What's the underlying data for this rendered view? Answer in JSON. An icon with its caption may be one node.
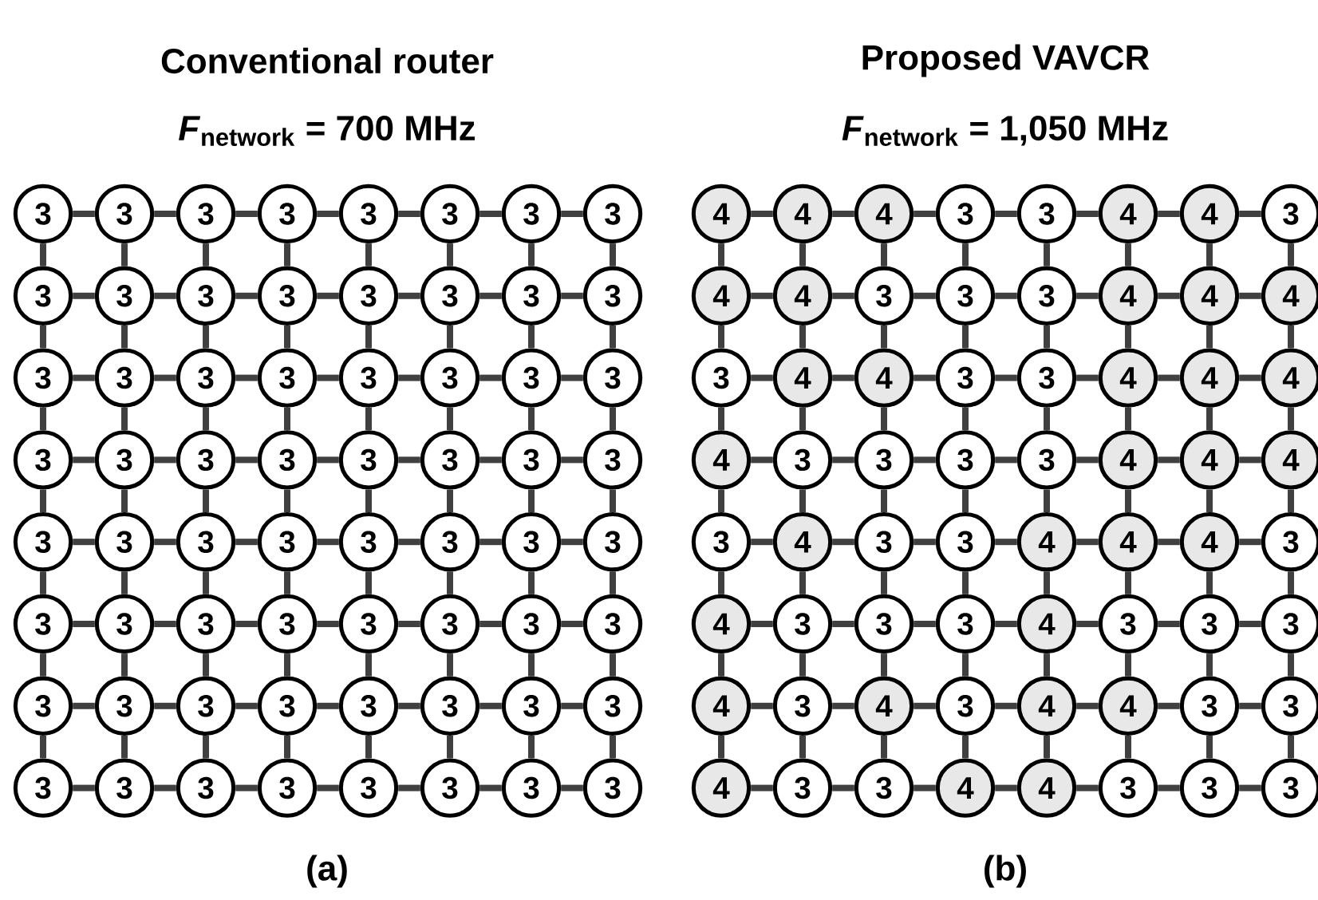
{
  "diagram": {
    "nodes": [
      {
        "text": [
          "3"
        ]
      },
      {
        "text": [
          "3"
        ]
      },
      {
        "text": [
          "3"
        ]
      },
      {
        "text": [
          "3"
        ]
      },
      {
        "text": [
          "3"
        ]
      },
      {
        "text": [
          "3"
        ]
      },
      {
        "text": [
          "3"
        ]
      },
      {
        "text": [
          "3"
        ]
      },
      {
        "text": [
          "3"
        ]
      },
      {
        "text": [
          "3"
        ]
      },
      {
        "text": [
          "3"
        ]
      },
      {
        "text": [
          "3"
        ]
      },
      {
        "text": [
          "3"
        ]
      },
      {
        "text": [
          "3"
        ]
      },
      {
        "text": [
          "3"
        ]
      },
      {
        "text": [
          "3"
        ]
      },
      {
        "text": [
          "3"
        ]
      },
      {
        "text": [
          "3"
        ]
      },
      {
        "text": [
          "3"
        ]
      },
      {
        "text": [
          "3"
        ]
      },
      {
        "text": [
          "3"
        ]
      },
      {
        "text": [
          "3"
        ]
      },
      {
        "text": [
          "3"
        ]
      },
      {
        "text": [
          "3"
        ]
      },
      {
        "text": [
          "3"
        ]
      },
      {
        "text": [
          "3"
        ]
      },
      {
        "text": [
          "3"
        ]
      },
      {
        "text": [
          "3"
        ]
      },
      {
        "text": [
          "3"
        ]
      },
      {
        "text": [
          "3"
        ]
      },
      {
        "text": [
          "3"
        ]
      },
      {
        "text": [
          "3"
        ]
      },
      {
        "text": [
          "3"
        ]
      },
      {
        "text": [
          "3"
        ]
      },
      {
        "text": [
          "3"
        ]
      },
      {
        "text": [
          "3"
        ]
      },
      {
        "text": [
          "3"
        ]
      },
      {
        "text": [
          "3"
        ]
      },
      {
        "text": [
          "3"
        ]
      },
      {
        "text": [
          "3"
        ]
      },
      {
        "text": [
          "3"
        ]
      },
      {
        "text": [
          "3"
        ]
      },
      {
        "text": [
          "3"
        ]
      },
      {
        "text": [
          "3"
        ]
      },
      {
        "text": [
          "3"
        ]
      },
      {
        "text": [
          "3"
        ]
      },
      {
        "text": [
          "3"
        ]
      },
      {
        "text": [
          "3"
        ]
      },
      {
        "text": [
          "3"
        ]
      },
      {
        "text": [
          "3"
        ]
      },
      {
        "text": [
          "3"
        ]
      },
      {
        "text": [
          "3"
        ]
      },
      {
        "text": [
          "3"
        ]
      },
      {
        "text": [
          "3"
        ]
      },
      {
        "text": [
          "3"
        ]
      },
      {
        "text": [
          "3"
        ]
      },
      {
        "text": [
          "3"
        ]
      },
      {
        "text": [
          "3"
        ]
      },
      {
        "text": [
          "3"
        ]
      },
      {
        "text": [
          "3"
        ]
      },
      {
        "text": [
          "3"
        ]
      },
      {
        "text": [
          "3"
        ]
      },
      {
        "text": [
          "3"
        ]
      },
      {
        "text": [
          "3"
        ]
      },
      {
        "text": [
          "4"
        ]
      },
      {
        "text": [
          "4"
        ]
      },
      {
        "text": [
          "4"
        ]
      },
      {
        "text": [
          "3"
        ]
      },
      {
        "text": [
          "3"
        ]
      },
      {
        "text": [
          "4"
        ]
      },
      {
        "text": [
          "4"
        ]
      },
      {
        "text": [
          "3"
        ]
      },
      {
        "text": [
          "4"
        ]
      },
      {
        "text": [
          "4"
        ]
      },
      {
        "text": [
          "3"
        ]
      },
      {
        "text": [
          "3"
        ]
      },
      {
        "text": [
          "3"
        ]
      },
      {
        "text": [
          "4"
        ]
      },
      {
        "text": [
          "4"
        ]
      },
      {
        "text": [
          "4"
        ]
      },
      {
        "text": [
          "3"
        ]
      },
      {
        "text": [
          "4"
        ]
      },
      {
        "text": [
          "4"
        ]
      },
      {
        "text": [
          "3"
        ]
      },
      {
        "text": [
          "3"
        ]
      },
      {
        "text": [
          "4"
        ]
      },
      {
        "text": [
          "4"
        ]
      },
      {
        "text": [
          "4"
        ]
      },
      {
        "text": [
          "4"
        ]
      },
      {
        "text": [
          "3"
        ]
      },
      {
        "text": [
          "3"
        ]
      },
      {
        "text": [
          "3"
        ]
      },
      {
        "text": [
          "3"
        ]
      },
      {
        "text": [
          "4"
        ]
      },
      {
        "text": [
          "4"
        ]
      },
      {
        "text": [
          "4"
        ]
      },
      {
        "text": [
          "3"
        ]
      },
      {
        "text": [
          "4"
        ]
      },
      {
        "text": [
          "3"
        ]
      },
      {
        "text": [
          "3"
        ]
      },
      {
        "text": [
          "4"
        ]
      },
      {
        "text": [
          "4"
        ]
      },
      {
        "text": [
          "4"
        ]
      },
      {
        "text": [
          "3"
        ]
      },
      {
        "text": [
          "4"
        ]
      },
      {
        "text": [
          "3"
        ]
      },
      {
        "text": [
          "3"
        ]
      },
      {
        "text": [
          "3"
        ]
      },
      {
        "text": [
          "4"
        ]
      },
      {
        "text": [
          "3"
        ]
      },
      {
        "text": [
          "3"
        ]
      },
      {
        "text": [
          "3"
        ]
      },
      {
        "text": [
          "4"
        ]
      },
      {
        "text": [
          "3"
        ]
      },
      {
        "text": [
          "4"
        ]
      },
      {
        "text": [
          "3"
        ]
      },
      {
        "text": [
          "4"
        ]
      },
      {
        "text": [
          "4"
        ]
      },
      {
        "text": [
          "3"
        ]
      },
      {
        "text": [
          "3"
        ]
      },
      {
        "text": [
          "4"
        ]
      },
      {
        "text": [
          "3"
        ]
      },
      {
        "text": [
          "3"
        ]
      },
      {
        "text": [
          "4"
        ]
      },
      {
        "text": [
          "4"
        ]
      },
      {
        "text": [
          "3"
        ]
      },
      {
        "text": [
          "3"
        ]
      },
      {
        "text": [
          "3"
        ]
      }
    ],
    "edges": [
      {
        "from": 0,
        "to": 1,
        "arrow": "none"
      },
      {
        "from": 1,
        "to": 2,
        "arrow": "none"
      },
      {
        "from": 2,
        "to": 3,
        "arrow": "none"
      },
      {
        "from": 3,
        "to": 4,
        "arrow": "none"
      },
      {
        "from": 4,
        "to": 5,
        "arrow": "none"
      },
      {
        "from": 5,
        "to": 6,
        "arrow": "none"
      },
      {
        "from": 6,
        "to": 7,
        "arrow": "none"
      },
      {
        "from": 0,
        "to": 8,
        "arrow": "none"
      },
      {
        "from": 1,
        "to": 9,
        "arrow": "none"
      },
      {
        "from": 2,
        "to": 10,
        "arrow": "none"
      },
      {
        "from": 3,
        "to": 11,
        "arrow": "none"
      },
      {
        "from": 4,
        "to": 12,
        "arrow": "none"
      },
      {
        "from": 5,
        "to": 13,
        "arrow": "none"
      },
      {
        "from": 6,
        "to": 14,
        "arrow": "none"
      },
      {
        "from": 7,
        "to": 15,
        "arrow": "none"
      },
      {
        "from": 8,
        "to": 9,
        "arrow": "none"
      },
      {
        "from": 9,
        "to": 10,
        "arrow": "none"
      },
      {
        "from": 10,
        "to": 11,
        "arrow": "none"
      },
      {
        "from": 11,
        "to": 12,
        "arrow": "none"
      },
      {
        "from": 12,
        "to": 13,
        "arrow": "none"
      },
      {
        "from": 13,
        "to": 14,
        "arrow": "none"
      },
      {
        "from": 14,
        "to": 15,
        "arrow": "none"
      },
      {
        "from": 8,
        "to": 16,
        "arrow": "none"
      },
      {
        "from": 9,
        "to": 17,
        "arrow": "none"
      },
      {
        "from": 10,
        "to": 18,
        "arrow": "none"
      },
      {
        "from": 11,
        "to": 19,
        "arrow": "none"
      },
      {
        "from": 12,
        "to": 20,
        "arrow": "none"
      },
      {
        "from": 13,
        "to": 21,
        "arrow": "none"
      },
      {
        "from": 14,
        "to": 22,
        "arrow": "none"
      },
      {
        "from": 15,
        "to": 23,
        "arrow": "none"
      },
      {
        "from": 16,
        "to": 17,
        "arrow": "none"
      },
      {
        "from": 17,
        "to": 18,
        "arrow": "none"
      },
      {
        "from": 18,
        "to": 19,
        "arrow": "none"
      },
      {
        "from": 19,
        "to": 20,
        "arrow": "none"
      },
      {
        "from": 20,
        "to": 21,
        "arrow": "none"
      },
      {
        "from": 21,
        "to": 22,
        "arrow": "none"
      },
      {
        "from": 22,
        "to": 23,
        "arrow": "none"
      },
      {
        "from": 16,
        "to": 24,
        "arrow": "none"
      },
      {
        "from": 17,
        "to": 25,
        "arrow": "none"
      },
      {
        "from": 18,
        "to": 26,
        "arrow": "none"
      },
      {
        "from": 19,
        "to": 27,
        "arrow": "none"
      },
      {
        "from": 20,
        "to": 28,
        "arrow": "none"
      },
      {
        "from": 21,
        "to": 29,
        "arrow": "none"
      },
      {
        "from": 22,
        "to": 30,
        "arrow": "none"
      },
      {
        "from": 23,
        "to": 31,
        "arrow": "none"
      },
      {
        "from": 24,
        "to": 25,
        "arrow": "none"
      },
      {
        "from": 25,
        "to": 26,
        "arrow": "none"
      },
      {
        "from": 26,
        "to": 27,
        "arrow": "none"
      },
      {
        "from": 27,
        "to": 28,
        "arrow": "none"
      },
      {
        "from": 28,
        "to": 29,
        "arrow": "none"
      },
      {
        "from": 29,
        "to": 30,
        "arrow": "none"
      },
      {
        "from": 30,
        "to": 31,
        "arrow": "none"
      },
      {
        "from": 24,
        "to": 32,
        "arrow": "none"
      },
      {
        "from": 25,
        "to": 33,
        "arrow": "none"
      },
      {
        "from": 26,
        "to": 34,
        "arrow": "none"
      },
      {
        "from": 27,
        "to": 35,
        "arrow": "none"
      },
      {
        "from": 28,
        "to": 36,
        "arrow": "none"
      },
      {
        "from": 29,
        "to": 37,
        "arrow": "none"
      },
      {
        "from": 30,
        "to": 38,
        "arrow": "none"
      },
      {
        "from": 31,
        "to": 39,
        "arrow": "none"
      },
      {
        "from": 32,
        "to": 33,
        "arrow": "none"
      },
      {
        "from": 33,
        "to": 34,
        "arrow": "none"
      },
      {
        "from": 34,
        "to": 35,
        "arrow": "none"
      },
      {
        "from": 35,
        "to": 36,
        "arrow": "none"
      },
      {
        "from": 36,
        "to": 37,
        "arrow": "none"
      },
      {
        "from": 37,
        "to": 38,
        "arrow": "none"
      },
      {
        "from": 38,
        "to": 39,
        "arrow": "none"
      },
      {
        "from": 32,
        "to": 40,
        "arrow": "none"
      },
      {
        "from": 33,
        "to": 41,
        "arrow": "none"
      },
      {
        "from": 34,
        "to": 42,
        "arrow": "none"
      },
      {
        "from": 35,
        "to": 43,
        "arrow": "none"
      },
      {
        "from": 36,
        "to": 44,
        "arrow": "none"
      },
      {
        "from": 37,
        "to": 45,
        "arrow": "none"
      },
      {
        "from": 38,
        "to": 46,
        "arrow": "none"
      },
      {
        "from": 39,
        "to": 47,
        "arrow": "none"
      },
      {
        "from": 40,
        "to": 41,
        "arrow": "none"
      },
      {
        "from": 41,
        "to": 42,
        "arrow": "none"
      },
      {
        "from": 42,
        "to": 43,
        "arrow": "none"
      },
      {
        "from": 43,
        "to": 44,
        "arrow": "none"
      },
      {
        "from": 44,
        "to": 45,
        "arrow": "none"
      },
      {
        "from": 45,
        "to": 46,
        "arrow": "none"
      },
      {
        "from": 46,
        "to": 47,
        "arrow": "none"
      },
      {
        "from": 40,
        "to": 48,
        "arrow": "none"
      },
      {
        "from": 41,
        "to": 49,
        "arrow": "none"
      },
      {
        "from": 42,
        "to": 50,
        "arrow": "none"
      },
      {
        "from": 43,
        "to": 51,
        "arrow": "none"
      },
      {
        "from": 44,
        "to": 52,
        "arrow": "none"
      },
      {
        "from": 45,
        "to": 53,
        "arrow": "none"
      },
      {
        "from": 46,
        "to": 54,
        "arrow": "none"
      },
      {
        "from": 47,
        "to": 55,
        "arrow": "none"
      },
      {
        "from": 48,
        "to": 49,
        "arrow": "none"
      },
      {
        "from": 49,
        "to": 50,
        "arrow": "none"
      },
      {
        "from": 50,
        "to": 51,
        "arrow": "none"
      },
      {
        "from": 51,
        "to": 52,
        "arrow": "none"
      },
      {
        "from": 52,
        "to": 53,
        "arrow": "none"
      },
      {
        "from": 53,
        "to": 54,
        "arrow": "none"
      },
      {
        "from": 54,
        "to": 55,
        "arrow": "none"
      },
      {
        "from": 48,
        "to": 56,
        "arrow": "none"
      },
      {
        "from": 49,
        "to": 57,
        "arrow": "none"
      },
      {
        "from": 50,
        "to": 58,
        "arrow": "none"
      },
      {
        "from": 51,
        "to": 59,
        "arrow": "none"
      },
      {
        "from": 52,
        "to": 60,
        "arrow": "none"
      },
      {
        "from": 53,
        "to": 61,
        "arrow": "none"
      },
      {
        "from": 54,
        "to": 62,
        "arrow": "none"
      },
      {
        "from": 55,
        "to": 63,
        "arrow": "none"
      },
      {
        "from": 56,
        "to": 57,
        "arrow": "none"
      },
      {
        "from": 57,
        "to": 58,
        "arrow": "none"
      },
      {
        "from": 58,
        "to": 59,
        "arrow": "none"
      },
      {
        "from": 59,
        "to": 60,
        "arrow": "none"
      },
      {
        "from": 60,
        "to": 61,
        "arrow": "none"
      },
      {
        "from": 61,
        "to": 62,
        "arrow": "none"
      },
      {
        "from": 62,
        "to": 63,
        "arrow": "none"
      },
      {
        "from": 64,
        "to": 65,
        "arrow": "none"
      },
      {
        "from": 65,
        "to": 66,
        "arrow": "none"
      },
      {
        "from": 66,
        "to": 67,
        "arrow": "none"
      },
      {
        "from": 67,
        "to": 68,
        "arrow": "none"
      },
      {
        "from": 68,
        "to": 69,
        "arrow": "none"
      },
      {
        "from": 69,
        "to": 70,
        "arrow": "none"
      },
      {
        "from": 70,
        "to": 71,
        "arrow": "none"
      },
      {
        "from": 64,
        "to": 72,
        "arrow": "none"
      },
      {
        "from": 65,
        "to": 73,
        "arrow": "none"
      },
      {
        "from": 66,
        "to": 74,
        "arrow": "none"
      },
      {
        "from": 67,
        "to": 75,
        "arrow": "none"
      },
      {
        "from": 68,
        "to": 76,
        "arrow": "none"
      },
      {
        "from": 69,
        "to": 77,
        "arrow": "none"
      },
      {
        "from": 70,
        "to": 78,
        "arrow": "none"
      },
      {
        "from": 71,
        "to": 79,
        "arrow": "none"
      },
      {
        "from": 72,
        "to": 73,
        "arrow": "none"
      },
      {
        "from": 73,
        "to": 74,
        "arrow": "none"
      },
      {
        "from": 74,
        "to": 75,
        "arrow": "none"
      },
      {
        "from": 75,
        "to": 76,
        "arrow": "none"
      },
      {
        "from": 76,
        "to": 77,
        "arrow": "none"
      },
      {
        "from": 77,
        "to": 78,
        "arrow": "none"
      },
      {
        "from": 78,
        "to": 79,
        "arrow": "none"
      },
      {
        "from": 72,
        "to": 80,
        "arrow": "none"
      },
      {
        "from": 73,
        "to": 81,
        "arrow": "none"
      },
      {
        "from": 74,
        "to": 82,
        "arrow": "none"
      },
      {
        "from": 75,
        "to": 83,
        "arrow": "none"
      },
      {
        "from": 76,
        "to": 84,
        "arrow": "none"
      },
      {
        "from": 77,
        "to": 85,
        "arrow": "none"
      },
      {
        "from": 78,
        "to": 86,
        "arrow": "none"
      },
      {
        "from": 79,
        "to": 87,
        "arrow": "none"
      },
      {
        "from": 80,
        "to": 81,
        "arrow": "none"
      },
      {
        "from": 81,
        "to": 82,
        "arrow": "none"
      },
      {
        "from": 82,
        "to": 83,
        "arrow": "none"
      },
      {
        "from": 83,
        "to": 84,
        "arrow": "none"
      },
      {
        "from": 84,
        "to": 85,
        "arrow": "none"
      },
      {
        "from": 85,
        "to": 86,
        "arrow": "none"
      },
      {
        "from": 86,
        "to": 87,
        "arrow": "none"
      },
      {
        "from": 80,
        "to": 88,
        "arrow": "none"
      },
      {
        "from": 81,
        "to": 89,
        "arrow": "none"
      },
      {
        "from": 82,
        "to": 90,
        "arrow": "none"
      },
      {
        "from": 83,
        "to": 91,
        "arrow": "none"
      },
      {
        "from": 84,
        "to": 92,
        "arrow": "none"
      },
      {
        "from": 85,
        "to": 93,
        "arrow": "none"
      },
      {
        "from": 86,
        "to": 94,
        "arrow": "none"
      },
      {
        "from": 87,
        "to": 95,
        "arrow": "none"
      },
      {
        "from": 88,
        "to": 89,
        "arrow": "none"
      },
      {
        "from": 89,
        "to": 90,
        "arrow": "none"
      },
      {
        "from": 90,
        "to": 91,
        "arrow": "none"
      },
      {
        "from": 91,
        "to": 92,
        "arrow": "none"
      },
      {
        "from": 92,
        "to": 93,
        "arrow": "none"
      },
      {
        "from": 93,
        "to": 94,
        "arrow": "none"
      },
      {
        "from": 94,
        "to": 95,
        "arrow": "none"
      },
      {
        "from": 88,
        "to": 96,
        "arrow": "none"
      },
      {
        "from": 89,
        "to": 97,
        "arrow": "none"
      },
      {
        "from": 90,
        "to": 98,
        "arrow": "none"
      },
      {
        "from": 91,
        "to": 99,
        "arrow": "none"
      },
      {
        "from": 92,
        "to": 100,
        "arrow": "none"
      },
      {
        "from": 93,
        "to": 101,
        "arrow": "none"
      },
      {
        "from": 94,
        "to": 102,
        "arrow": "none"
      },
      {
        "from": 95,
        "to": 103,
        "arrow": "none"
      },
      {
        "from": 96,
        "to": 97,
        "arrow": "none"
      },
      {
        "from": 97,
        "to": 98,
        "arrow": "none"
      },
      {
        "from": 98,
        "to": 99,
        "arrow": "none"
      },
      {
        "from": 99,
        "to": 100,
        "arrow": "none"
      },
      {
        "from": 100,
        "to": 101,
        "arrow": "none"
      },
      {
        "from": 101,
        "to": 102,
        "arrow": "none"
      },
      {
        "from": 102,
        "to": 103,
        "arrow": "none"
      },
      {
        "from": 96,
        "to": 104,
        "arrow": "none"
      },
      {
        "from": 97,
        "to": 105,
        "arrow": "none"
      },
      {
        "from": 98,
        "to": 106,
        "arrow": "none"
      },
      {
        "from": 99,
        "to": 107,
        "arrow": "none"
      },
      {
        "from": 100,
        "to": 108,
        "arrow": "none"
      },
      {
        "from": 101,
        "to": 109,
        "arrow": "none"
      },
      {
        "from": 102,
        "to": 110,
        "arrow": "none"
      },
      {
        "from": 103,
        "to": 111,
        "arrow": "none"
      },
      {
        "from": 104,
        "to": 105,
        "arrow": "none"
      },
      {
        "from": 105,
        "to": 106,
        "arrow": "none"
      },
      {
        "from": 106,
        "to": 107,
        "arrow": "none"
      },
      {
        "from": 107,
        "to": 108,
        "arrow": "none"
      },
      {
        "from": 108,
        "to": 109,
        "arrow": "none"
      },
      {
        "from": 109,
        "to": 110,
        "arrow": "none"
      },
      {
        "from": 110,
        "to": 111,
        "arrow": "none"
      },
      {
        "from": 104,
        "to": 112,
        "arrow": "none"
      },
      {
        "from": 105,
        "to": 113,
        "arrow": "none"
      },
      {
        "from": 106,
        "to": 114,
        "arrow": "none"
      },
      {
        "from": 107,
        "to": 115,
        "arrow": "none"
      },
      {
        "from": 108,
        "to": 116,
        "arrow": "none"
      },
      {
        "from": 109,
        "to": 117,
        "arrow": "none"
      },
      {
        "from": 110,
        "to": 118,
        "arrow": "none"
      },
      {
        "from": 111,
        "to": 119,
        "arrow": "none"
      },
      {
        "from": 112,
        "to": 113,
        "arrow": "none"
      },
      {
        "from": 113,
        "to": 114,
        "arrow": "none"
      },
      {
        "from": 114,
        "to": 115,
        "arrow": "none"
      },
      {
        "from": 115,
        "to": 116,
        "arrow": "none"
      },
      {
        "from": 116,
        "to": 117,
        "arrow": "none"
      },
      {
        "from": 117,
        "to": 118,
        "arrow": "none"
      },
      {
        "from": 118,
        "to": 119,
        "arrow": "none"
      },
      {
        "from": 112,
        "to": 120,
        "arrow": "none"
      },
      {
        "from": 113,
        "to": 121,
        "arrow": "none"
      },
      {
        "from": 114,
        "to": 122,
        "arrow": "none"
      },
      {
        "from": 115,
        "to": 123,
        "arrow": "none"
      },
      {
        "from": 116,
        "to": 124,
        "arrow": "none"
      },
      {
        "from": 117,
        "to": 125,
        "arrow": "none"
      },
      {
        "from": 118,
        "to": 126,
        "arrow": "none"
      },
      {
        "from": 119,
        "to": 127,
        "arrow": "none"
      },
      {
        "from": 120,
        "to": 121,
        "arrow": "none"
      },
      {
        "from": 121,
        "to": 122,
        "arrow": "none"
      },
      {
        "from": 122,
        "to": 123,
        "arrow": "none"
      },
      {
        "from": 123,
        "to": 124,
        "arrow": "none"
      },
      {
        "from": 124,
        "to": 125,
        "arrow": "none"
      },
      {
        "from": 125,
        "to": 126,
        "arrow": "none"
      },
      {
        "from": 126,
        "to": 127,
        "arrow": "none"
      }
    ],
    "labels": [
      "Conventional router",
      "Proposed VAVCR",
      "*F*$_{network}$ = 700 MHz",
      "*F*$_{network}$ = 1,050 MHz",
      "(a)",
      "(b)"
    ]
  }
}
